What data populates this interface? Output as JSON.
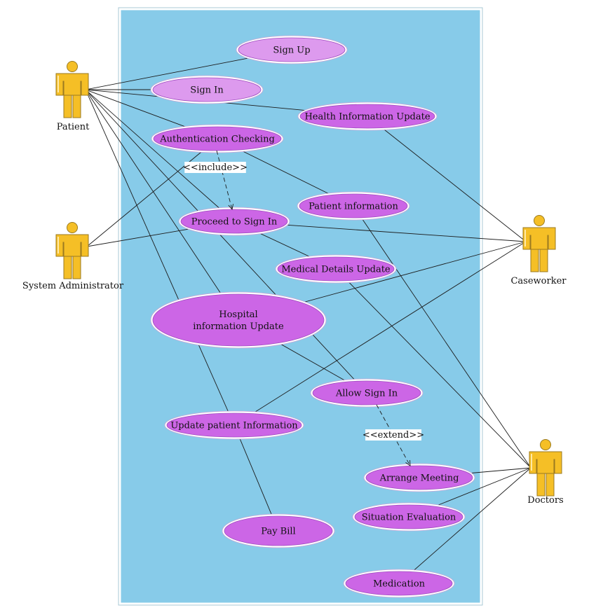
{
  "colors": {
    "system_boundary_fill": "#87cbe9",
    "system_boundary_stroke": "#ffffff",
    "use_case_dark": "#cc66e6",
    "use_case_light": "#dd9aee",
    "use_case_stroke": "#ffffff",
    "actor_body": "#f5bf26",
    "actor_outline": "#9a7a20",
    "line": "#1b1b1b"
  },
  "actors": [
    {
      "id": "patient",
      "label": "Patient",
      "icon": "person-icon"
    },
    {
      "id": "sysadmin",
      "label": "System Administrator",
      "icon": "person-icon"
    },
    {
      "id": "caseworker",
      "label": "Caseworker",
      "icon": "person-icon"
    },
    {
      "id": "doctors",
      "label": "Doctors",
      "icon": "person-icon"
    }
  ],
  "use_cases": [
    {
      "id": "signup",
      "label": "Sign Up"
    },
    {
      "id": "signin",
      "label": "Sign In"
    },
    {
      "id": "health",
      "label": "Health Information Update"
    },
    {
      "id": "auth",
      "label": "Authentication Checking"
    },
    {
      "id": "patinfo",
      "label": "Patient information"
    },
    {
      "id": "proceed",
      "label": "Proceed to Sign In"
    },
    {
      "id": "medical",
      "label": "Medical Details Update"
    },
    {
      "id": "hospital",
      "label": "Hospital\ninformation Update"
    },
    {
      "id": "allow",
      "label": "Allow Sign In"
    },
    {
      "id": "updpat",
      "label": "Update patient Information"
    },
    {
      "id": "arrange",
      "label": "Arrange Meeting"
    },
    {
      "id": "situation",
      "label": "Situation Evaluation"
    },
    {
      "id": "paybill",
      "label": "Pay Bill"
    },
    {
      "id": "medication",
      "label": "Medication"
    }
  ],
  "relations": [
    {
      "type": "include",
      "from": "auth",
      "to": "proceed",
      "label": "<<include>>"
    },
    {
      "type": "extend",
      "from": "allow",
      "to": "arrange",
      "label": "<<extend>>"
    }
  ],
  "associations": [
    [
      "patient",
      "signup"
    ],
    [
      "patient",
      "signin"
    ],
    [
      "patient",
      "health"
    ],
    [
      "patient",
      "auth"
    ],
    [
      "patient",
      "proceed"
    ],
    [
      "patient",
      "hospital"
    ],
    [
      "patient",
      "updpat"
    ],
    [
      "patient",
      "allow"
    ],
    [
      "sysadmin",
      "auth"
    ],
    [
      "sysadmin",
      "proceed"
    ],
    [
      "caseworker",
      "health"
    ],
    [
      "caseworker",
      "proceed"
    ],
    [
      "caseworker",
      "hospital"
    ],
    [
      "caseworker",
      "updpat"
    ],
    [
      "doctors",
      "patinfo"
    ],
    [
      "doctors",
      "medical"
    ],
    [
      "doctors",
      "arrange"
    ],
    [
      "doctors",
      "situation"
    ],
    [
      "doctors",
      "medication"
    ],
    [
      "auth",
      "patinfo"
    ],
    [
      "proceed",
      "medical"
    ],
    [
      "hospital",
      "allow"
    ],
    [
      "updpat",
      "paybill"
    ]
  ]
}
